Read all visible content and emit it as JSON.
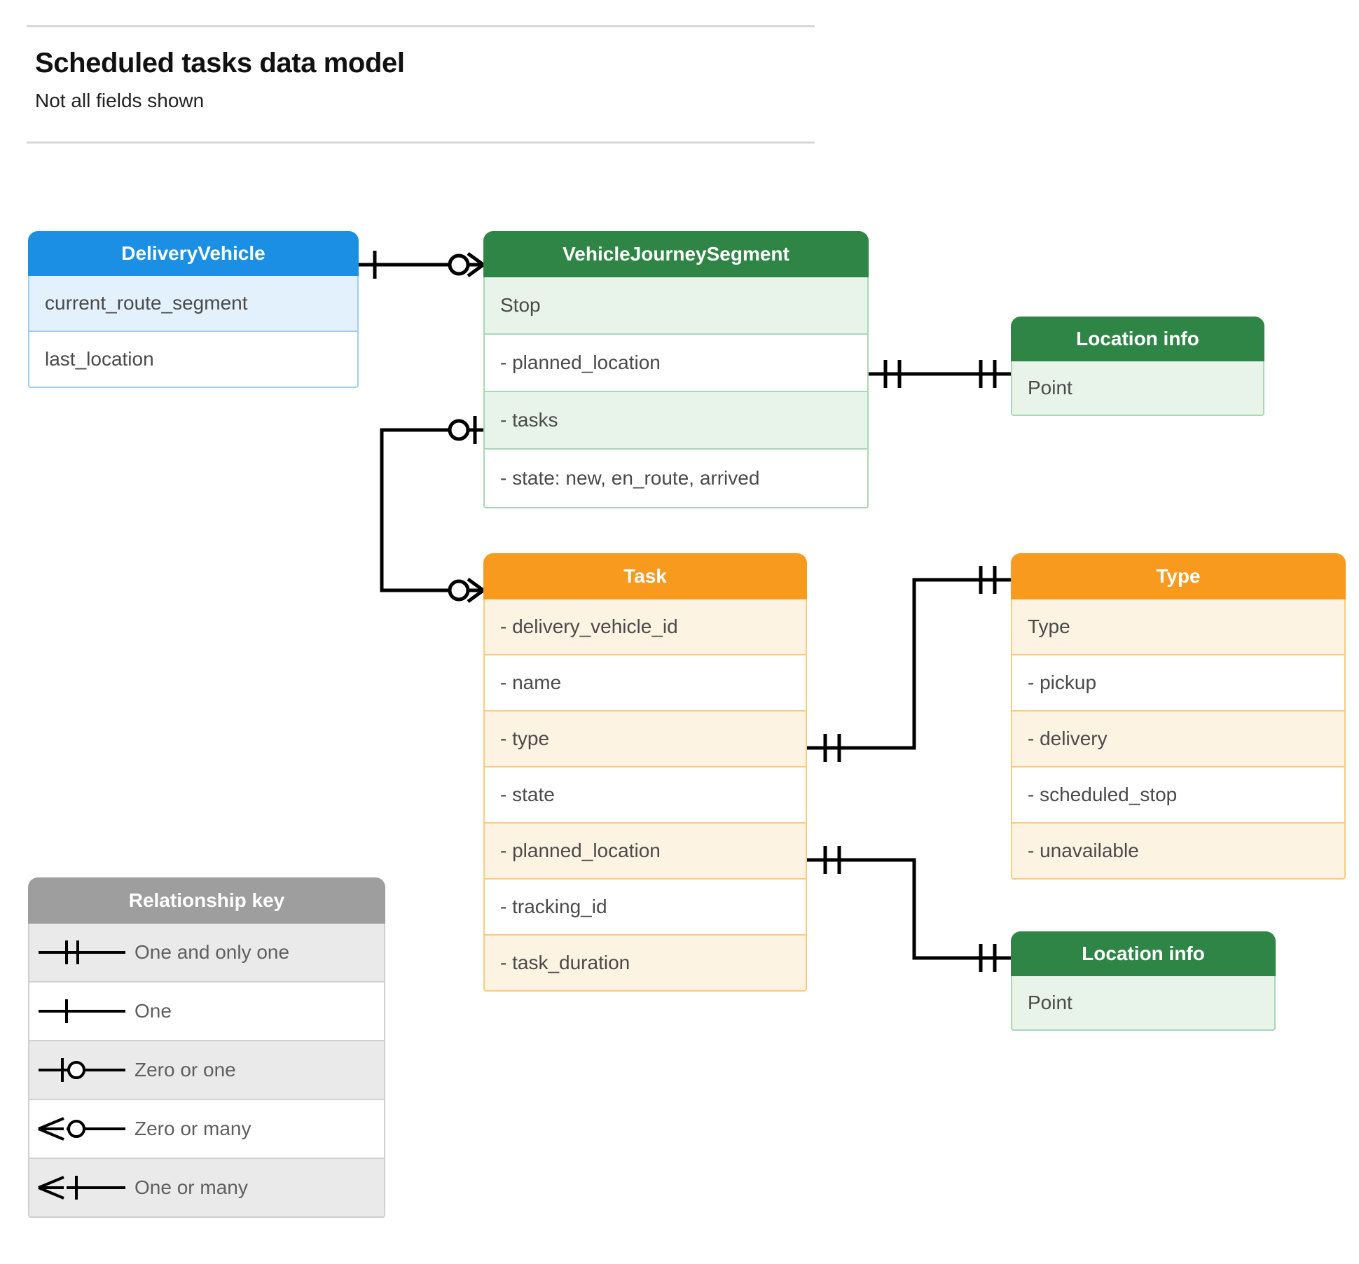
{
  "header": {
    "title": "Scheduled tasks data model",
    "subtitle": "Not all fields shown"
  },
  "colors": {
    "blue_header": "#1a8fe3",
    "green_header": "#2f8545",
    "orange_header": "#f79a1e",
    "grey_header": "#9e9e9e",
    "connector": "#000000",
    "rule": "#d8d8d8"
  },
  "entities": {
    "delivery_vehicle": {
      "title": "DeliveryVehicle",
      "rows": [
        "current_route_segment",
        "last_location"
      ]
    },
    "vehicle_journey_segment": {
      "title": "VehicleJourneySegment",
      "rows": [
        "Stop",
        "-  planned_location",
        "- tasks",
        "- state: new, en_route, arrived"
      ]
    },
    "location_info_top": {
      "title": "Location info",
      "rows": [
        "Point"
      ]
    },
    "location_info_bottom": {
      "title": "Location info",
      "rows": [
        "Point"
      ]
    },
    "task": {
      "title": "Task",
      "rows": [
        "- delivery_vehicle_id",
        "- name",
        "- type",
        "- state",
        "- planned_location",
        "- tracking_id",
        "- task_duration"
      ]
    },
    "type": {
      "title": "Type",
      "rows": [
        "Type",
        "-  pickup",
        "-  delivery",
        "-  scheduled_stop",
        "-  unavailable"
      ]
    }
  },
  "legend": {
    "title": "Relationship key",
    "items": [
      {
        "label": "One and only one",
        "symbol": "one-and-only-one-symbol"
      },
      {
        "label": "One",
        "symbol": "one-symbol"
      },
      {
        "label": "Zero or one",
        "symbol": "zero-or-one-symbol"
      },
      {
        "label": "Zero or many",
        "symbol": "zero-or-many-symbol"
      },
      {
        "label": "One or many",
        "symbol": "one-or-many-symbol"
      }
    ]
  },
  "relationships": [
    {
      "from": "DeliveryVehicle",
      "to": "VehicleJourneySegment",
      "from_card": "One",
      "to_card": "Zero or many"
    },
    {
      "from": "VehicleJourneySegment.planned_location",
      "to": "Location info",
      "from_card": "One and only one",
      "to_card": "One and only one"
    },
    {
      "from": "VehicleJourneySegment.tasks",
      "to": "Task",
      "from_card": "Zero or one",
      "to_card": "Zero or many"
    },
    {
      "from": "Task.type",
      "to": "Type",
      "from_card": "One and only one",
      "to_card": "One and only one"
    },
    {
      "from": "Task.planned_location",
      "to": "Location info",
      "from_card": "One and only one",
      "to_card": "One and only one"
    }
  ]
}
